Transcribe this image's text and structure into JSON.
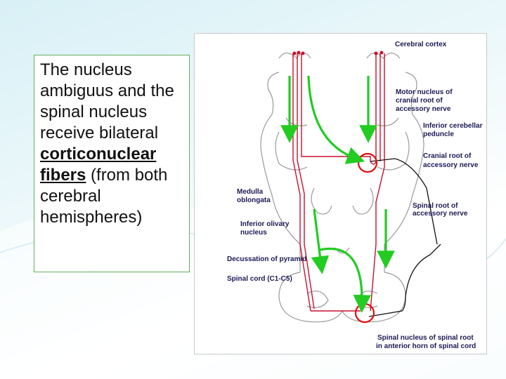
{
  "slide": {
    "body_text": {
      "part1": "The nucleus ambiguus and the spinal nucleus receive bilateral",
      "emphasis": "corticonuclear fibers",
      "part2": "(from both cerebral hemispheres)"
    }
  },
  "figure": {
    "labels": {
      "cerebral_cortex": "Cerebral cortex",
      "motor_nucleus_1": "Motor nucleus of",
      "motor_nucleus_2": "cranial root of",
      "motor_nucleus_3": "accessory nerve",
      "inf_cerebellar_1": "Inferior cerebellar",
      "inf_cerebellar_2": "peduncle",
      "cranial_root_1": "Cranial root of",
      "cranial_root_2": "accessory nerve",
      "medulla_1": "Medulla",
      "medulla_2": "oblongata",
      "spinal_root_1": "Spinal root of",
      "spinal_root_2": "accessory nerve",
      "inf_olivary_1": "Inferior olivary",
      "inf_olivary_2": "nucleus",
      "decussation": "Decussation of pyramid",
      "spinal_cord": "Spinal cord (C1-C5)",
      "spinal_nucleus_1": "Spinal nucleus of spinal root",
      "spinal_nucleus_2": "in anterior horn of spinal cord"
    },
    "colors": {
      "tract": "#c8102e",
      "arrow": "#22cc22",
      "highlight_circle": "#e01010",
      "label_text": "#1a1a55"
    }
  }
}
